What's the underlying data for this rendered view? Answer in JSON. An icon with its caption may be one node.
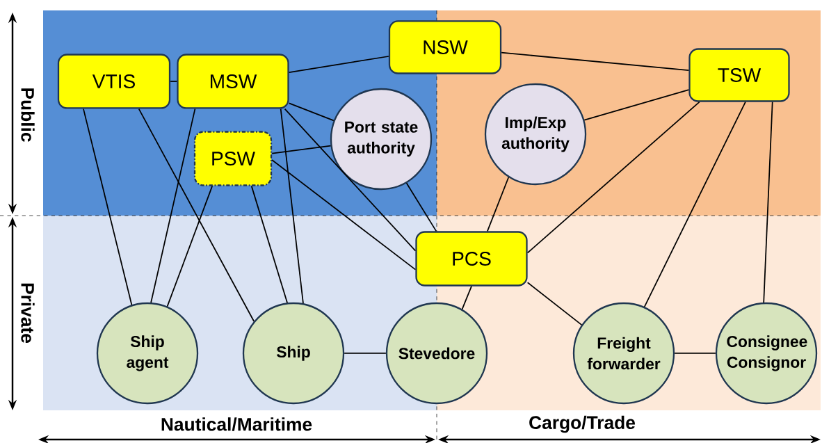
{
  "diagram": {
    "nodes": [
      {
        "text": [
          "NSW"
        ]
      },
      {
        "text": [
          "VTIS"
        ]
      },
      {
        "text": [
          "MSW"
        ]
      },
      {
        "text": [
          "TSW"
        ]
      },
      {
        "text": [
          "Port state authority"
        ]
      },
      {
        "text": [
          "Imp/Exp authority"
        ]
      },
      {
        "text": [
          "PSW"
        ]
      },
      {
        "text": [
          "PCS"
        ]
      },
      {
        "text": [
          "Ship agent"
        ]
      },
      {
        "text": [
          "Ship"
        ]
      },
      {
        "text": [
          "Stevedore"
        ]
      },
      {
        "text": [
          "Freight forwarder"
        ]
      },
      {
        "text": [
          "Consignee Consignor"
        ]
      }
    ],
    "edges": [
      {
        "from": 1,
        "to": 2,
        "arrow": "none"
      },
      {
        "from": 2,
        "to": 0,
        "arrow": "none"
      },
      {
        "from": 0,
        "to": 3,
        "arrow": "none"
      },
      {
        "from": 2,
        "to": 4,
        "arrow": "none"
      },
      {
        "from": 2,
        "to": 7,
        "arrow": "none"
      },
      {
        "from": 2,
        "to": 8,
        "arrow": "none"
      },
      {
        "from": 2,
        "to": 9,
        "arrow": "none"
      },
      {
        "from": 1,
        "to": 8,
        "arrow": "none"
      },
      {
        "from": 1,
        "to": 9,
        "arrow": "none"
      },
      {
        "from": 4,
        "to": 6,
        "arrow": "none"
      },
      {
        "from": 4,
        "to": 7,
        "arrow": "none"
      },
      {
        "from": 6,
        "to": 7,
        "arrow": "none"
      },
      {
        "from": 6,
        "to": 8,
        "arrow": "none"
      },
      {
        "from": 6,
        "to": 9,
        "arrow": "none"
      },
      {
        "from": 5,
        "to": 3,
        "arrow": "none"
      },
      {
        "from": 5,
        "to": 7,
        "arrow": "none"
      },
      {
        "from": 3,
        "to": 7,
        "arrow": "none"
      },
      {
        "from": 3,
        "to": 11,
        "arrow": "none"
      },
      {
        "from": 3,
        "to": 12,
        "arrow": "none"
      },
      {
        "from": 7,
        "to": 10,
        "arrow": "none"
      },
      {
        "from": 7,
        "to": 11,
        "arrow": "none"
      },
      {
        "from": 9,
        "to": 10,
        "arrow": "none"
      },
      {
        "from": 11,
        "to": 12,
        "arrow": "none"
      }
    ],
    "labels": [
      "Public",
      "Private",
      "Nautical/Maritime",
      "Cargo/Trade"
    ]
  }
}
